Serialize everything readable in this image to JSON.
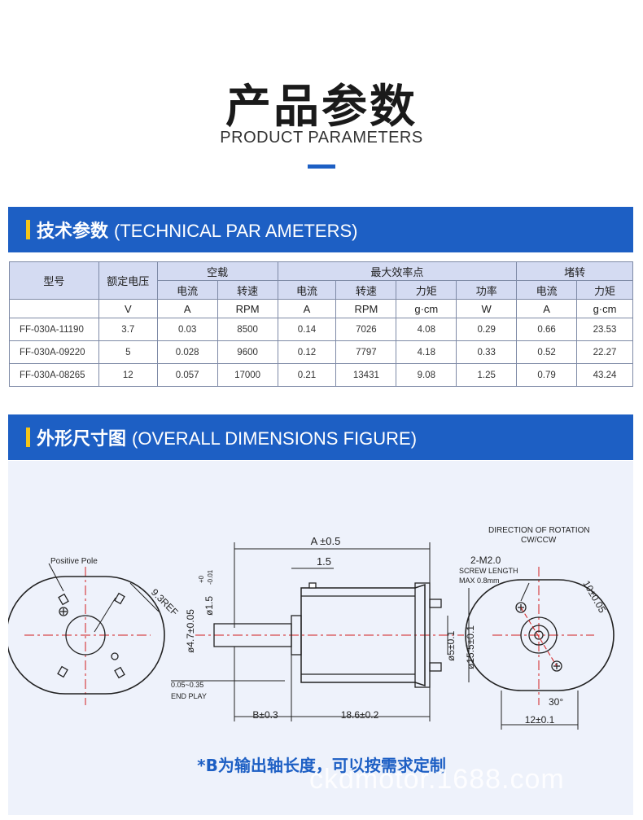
{
  "header": {
    "title": "产品参数",
    "subtitle": "PRODUCT PARAMETERS"
  },
  "section1": {
    "title_cn": "技术参数",
    "title_en": "(TECHNICAL PAR AMETERS)"
  },
  "section2": {
    "title_cn": "外形尺寸图",
    "title_en": "(OVERALL DIMENSIONS FIGURE)"
  },
  "table": {
    "model_header": "型号",
    "voltage_header": "额定电压",
    "groups": {
      "no_load": "空载",
      "max_eff": "最大效率点",
      "stall": "堵转"
    },
    "sub": {
      "current": "电流",
      "speed": "转速",
      "torque": "力矩",
      "power": "功率"
    },
    "units": {
      "v": "V",
      "a": "A",
      "rpm": "RPM",
      "gcm": "g·cm",
      "w": "W"
    },
    "rows": [
      [
        "FF-030A-11190",
        "3.7",
        "0.03",
        "8500",
        "0.14",
        "7026",
        "4.08",
        "0.29",
        "0.66",
        "23.53"
      ],
      [
        "FF-030A-09220",
        "5",
        "0.028",
        "9600",
        "0.12",
        "7797",
        "4.18",
        "0.33",
        "0.52",
        "22.27"
      ],
      [
        "FF-030A-08265",
        "12",
        "0.057",
        "17000",
        "0.21",
        "13431",
        "9.08",
        "1.25",
        "0.79",
        "43.24"
      ]
    ]
  },
  "figure": {
    "positive_pole": "Positive Pole",
    "ref": "9.3REF",
    "a_dim": "A ±0.5",
    "dim_15": "1.5",
    "shaft_tol": "ø1.5",
    "shaft_tol_up": "+0",
    "shaft_tol_dn": "-0.01",
    "dia_47": "ø4.7±0.05",
    "end_play_val": "0.05~0.35",
    "end_play": "END PLAY",
    "b_dim": "B±0.3",
    "len_186": "18.6±0.2",
    "dia_5": "ø5±0.1",
    "dia_155": "ø15.5±0.1",
    "rotation": "DIRECTION OF ROTATION",
    "cwccw": "CW/CCW",
    "m2": "2-M2.0",
    "screw": "SCREW LENGTH",
    "max": "MAX 0.8mm",
    "dim_10": "10±0.05",
    "angle": "30°",
    "dim_12": "12±0.1"
  },
  "note": "*B为输出轴长度，可以按需求定制",
  "watermark": "ckdmotor.1688.com",
  "colors": {
    "brand": "#1d5fc4",
    "accent": "#f5c518",
    "table_header": "#d4dbf2",
    "drawing_red": "#d21f1f"
  }
}
